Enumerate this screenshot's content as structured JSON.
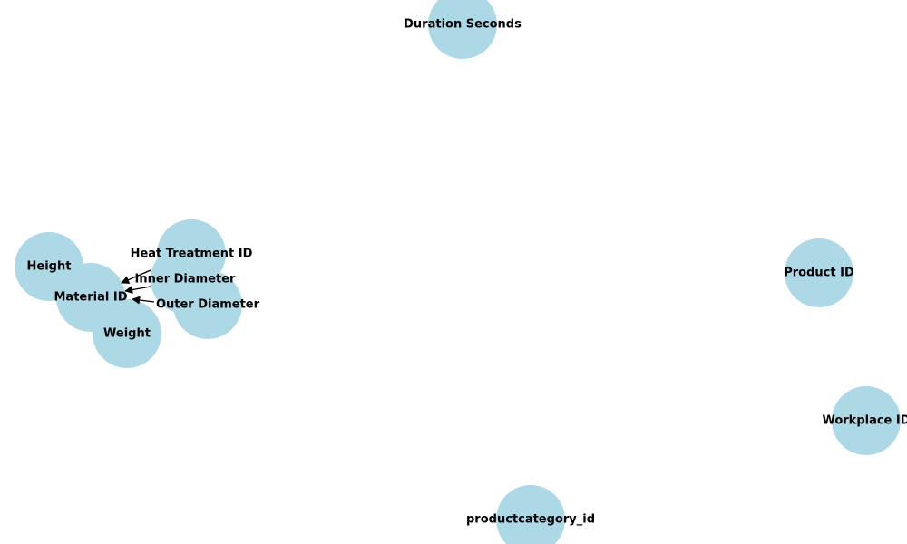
{
  "diagram": {
    "node_color": "#add8e6",
    "label_color": "#000000",
    "edge_color": "#000000",
    "nodes": [
      {
        "id": "duration_seconds",
        "label": "Duration Seconds"
      },
      {
        "id": "height",
        "label": "Height"
      },
      {
        "id": "heat_treatment_id",
        "label": "Heat Treatment ID"
      },
      {
        "id": "material_id",
        "label": "Material ID"
      },
      {
        "id": "inner_diameter",
        "label": "Inner Diameter"
      },
      {
        "id": "outer_diameter",
        "label": "Outer Diameter"
      },
      {
        "id": "weight",
        "label": "Weight"
      },
      {
        "id": "product_id",
        "label": "Product ID"
      },
      {
        "id": "workplace_id",
        "label": "Workplace ID"
      },
      {
        "id": "productcategory_id",
        "label": "productcategory_id"
      }
    ],
    "edges": [
      {
        "from": "heat_treatment_id",
        "to": "material_id"
      },
      {
        "from": "inner_diameter",
        "to": "material_id"
      },
      {
        "from": "outer_diameter",
        "to": "material_id"
      }
    ]
  }
}
